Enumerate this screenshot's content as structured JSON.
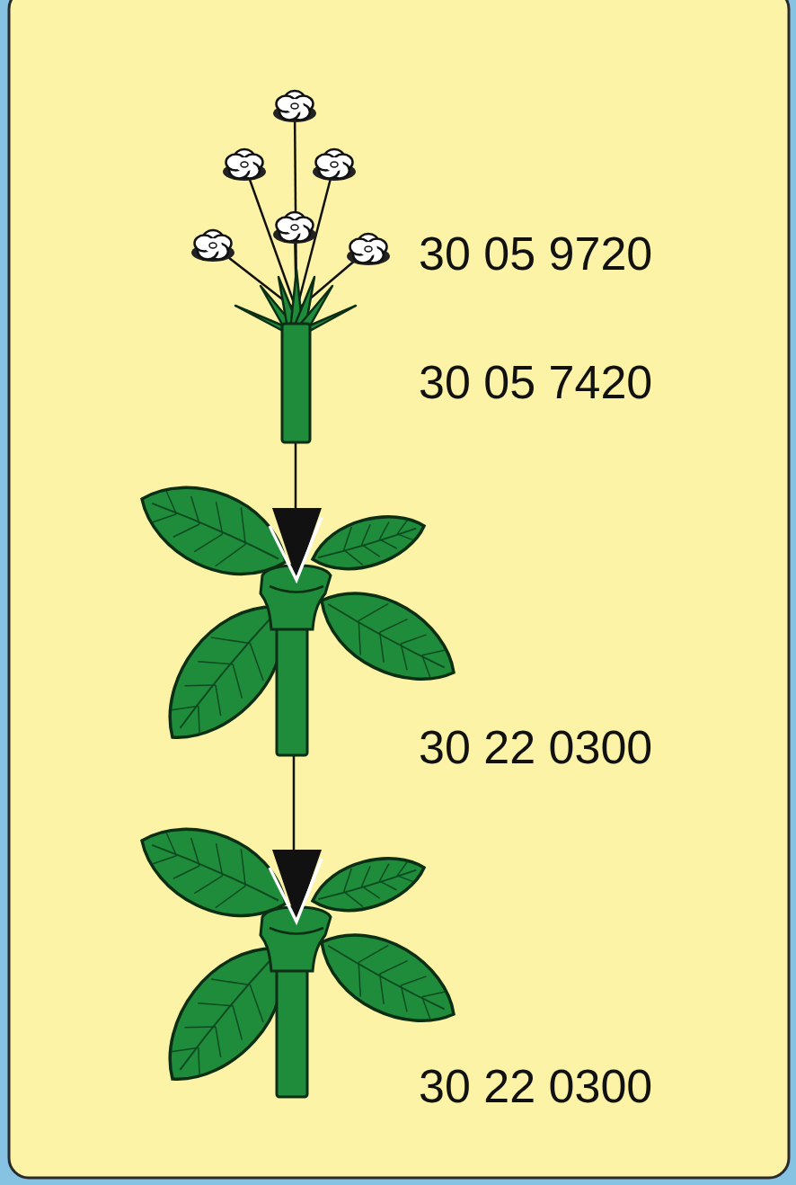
{
  "diagram": {
    "labels": [
      "30 05 9720",
      "30 05 7420",
      "30 22 0300",
      "30 22 0300"
    ]
  }
}
